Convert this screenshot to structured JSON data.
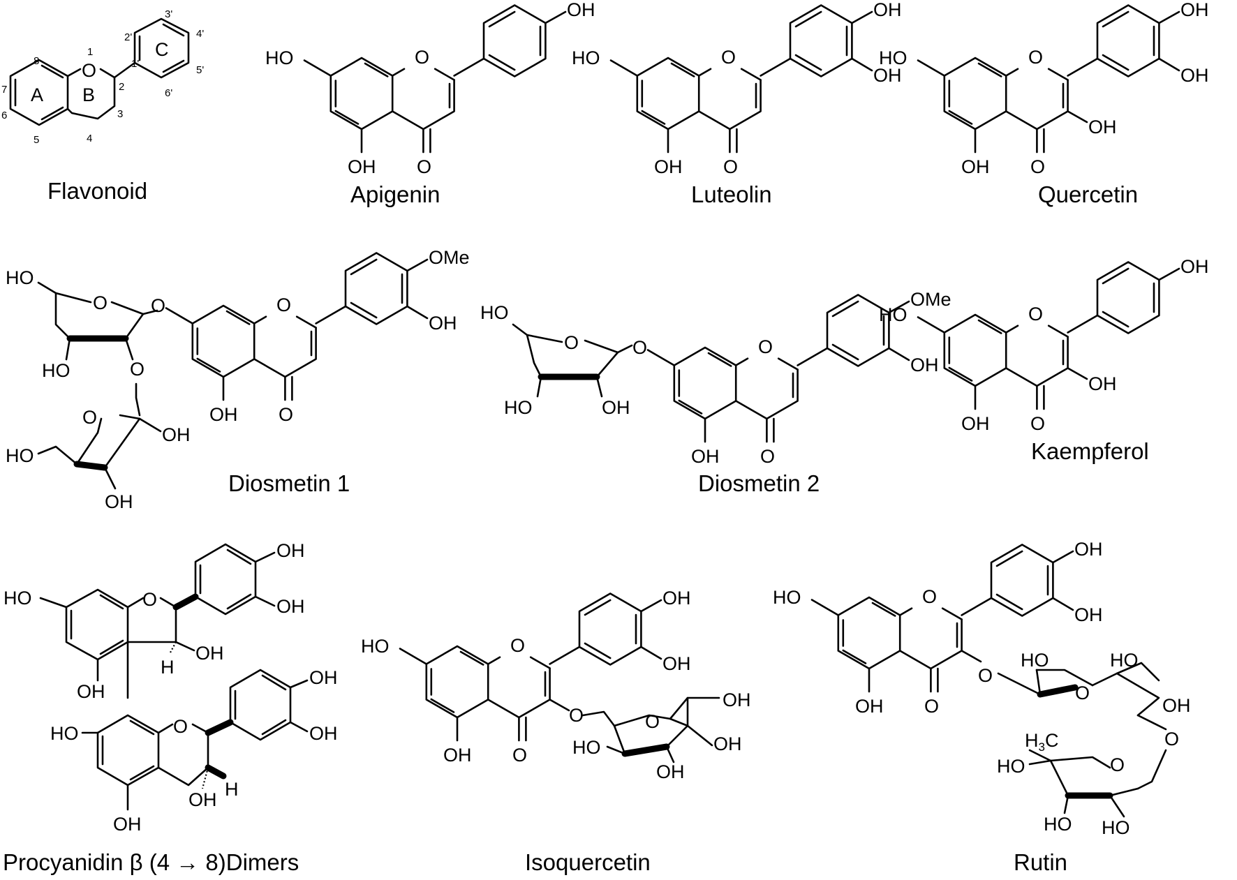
{
  "names": {
    "flavonoid": "Flavonoid",
    "apigenin": "Apigenin",
    "luteolin": "Luteolin",
    "quercetin": "Quercetin",
    "diosmetin1": "Diosmetin 1",
    "diosmetin2": "Diosmetin 2",
    "kaempferol": "Kaempferol",
    "procyanidin": "Procyanidin β (4 → 8)Dimers",
    "isoquercetin": "Isoquercetin",
    "rutin": "Rutin"
  },
  "atoms": {
    "oh": "OH",
    "ho": "HO",
    "o": "O",
    "ome": "OMe",
    "h": "H",
    "h3c": "H3C"
  },
  "ring_labels": {
    "a": "A",
    "b": "B",
    "c": "C"
  },
  "numbering": {
    "n1": "1",
    "n2": "2",
    "n3": "3",
    "n4": "4",
    "n5": "5",
    "n6": "6",
    "n7": "7",
    "n8": "8",
    "n1p": "1'",
    "n2p": "2'",
    "n3p": "3'",
    "n4p": "4'",
    "n5p": "5'",
    "n6p": "6'"
  }
}
